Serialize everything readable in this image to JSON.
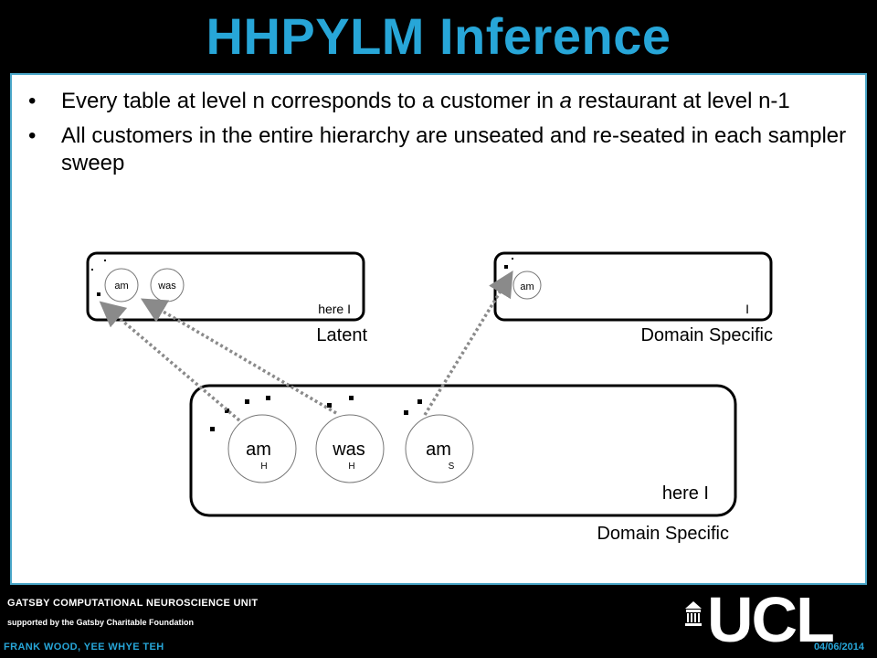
{
  "title": "HHPYLM Inference",
  "bullets": [
    {
      "pre": "Every table at level n corresponds to a customer in ",
      "em": "a",
      "post": " restaurant at level n-1"
    },
    {
      "pre": "All customers in the entire hierarchy are unseated and re-seated in each sampler sweep",
      "em": "",
      "post": ""
    }
  ],
  "diagram": {
    "latent_box": {
      "tables": [
        "am",
        "was"
      ],
      "context": "here I",
      "caption": "Latent"
    },
    "domain_top_box": {
      "tables": [
        "am"
      ],
      "context": "I",
      "caption": "Domain Specific"
    },
    "domain_bottom_box": {
      "tables": [
        {
          "word": "am",
          "tag": "H"
        },
        {
          "word": "was",
          "tag": "H"
        },
        {
          "word": "am",
          "tag": "S"
        }
      ],
      "context": "here I",
      "caption": "Domain Specific"
    }
  },
  "footer": {
    "unit": "GATSBY COMPUTATIONAL NEUROSCIENCE UNIT",
    "support": "supported by the Gatsby Charitable Foundation",
    "authors": "FRANK WOOD, YEE WHYE TEH",
    "date": "04/06/2014",
    "logo": "UCL"
  },
  "colors": {
    "accent": "#27a6d8",
    "border": "#4aa6c8",
    "arrow": "#8a8a8a"
  }
}
